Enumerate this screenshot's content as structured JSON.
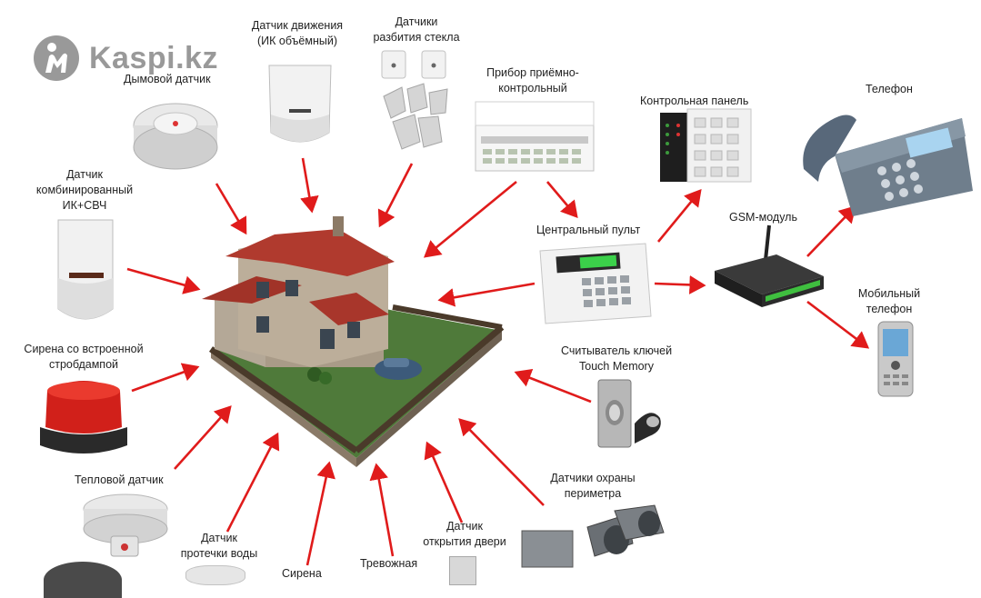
{
  "watermark": {
    "text": "Kaspi.kz"
  },
  "colors": {
    "arrow": "#e01b1b",
    "background": "#ffffff",
    "watermark": "#7d7d7d"
  },
  "labels": {
    "smoke": "Дымовой датчик",
    "motion_l1": "Датчик движения",
    "motion_l2": "(ИК объёмный)",
    "glass_l1": "Датчики",
    "glass_l2": "разбития стекла",
    "panel_l1": "Прибор приёмно-",
    "panel_l2": "контрольный",
    "control_panel": "Контрольная панель",
    "telephone": "Телефон",
    "combined_l1": "Датчик",
    "combined_l2": "комбинированный",
    "combined_l3": "ИК+СВЧ",
    "central": "Центральный пульт",
    "gsm": "GSM-модуль",
    "mobile_l1": "Мобильный",
    "mobile_l2": "телефон",
    "siren_strobe_l1": "Сирена со встроенной",
    "siren_strobe_l2": "стробдампой",
    "key_reader_l1": "Считыватель ключей",
    "key_reader_l2": "Touch Memory",
    "heat": "Тепловой датчик",
    "perimeter_l1": "Датчики охраны",
    "perimeter_l2": "периметра",
    "water_l1": "Датчик",
    "water_l2": "протечки воды",
    "door_l1": "Датчик",
    "door_l2": "открытия двери",
    "siren": "Сирена",
    "alarm": "Тревожная"
  },
  "icons": [
    "kaspi-logo-icon",
    "smoke-detector-icon",
    "motion-sensor-icon",
    "glass-break-sensor-icon",
    "control-unit-icon",
    "keypad-icon",
    "desk-phone-icon",
    "combined-sensor-icon",
    "central-console-icon",
    "gsm-module-icon",
    "mobile-phone-icon",
    "strobe-siren-icon",
    "house-icon",
    "key-reader-icon",
    "heat-detector-icon",
    "perimeter-sensor-icon"
  ]
}
